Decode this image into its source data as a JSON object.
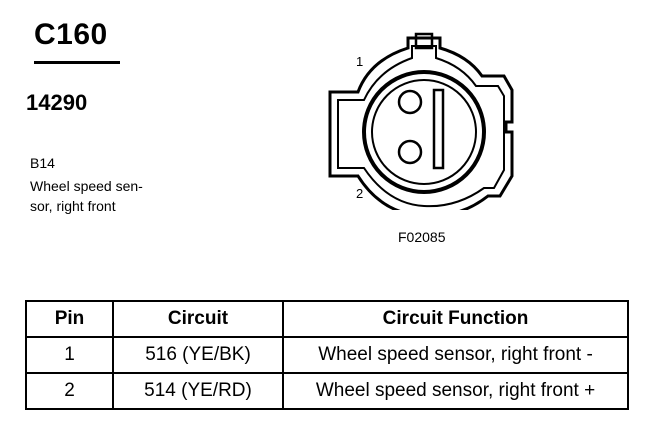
{
  "connector": {
    "id": "C160",
    "part_number": "14290"
  },
  "component": {
    "code": "B14",
    "description": "Wheel speed sen-\nsor, right front"
  },
  "diagram": {
    "pin1_label": "1",
    "pin2_label": "2",
    "figure_code": "F02085"
  },
  "table": {
    "headers": [
      "Pin",
      "Circuit",
      "Circuit Function"
    ],
    "rows": [
      {
        "pin": "1",
        "circuit": "516 (YE/BK)",
        "function": "Wheel speed sensor, right front -"
      },
      {
        "pin": "2",
        "circuit": "514 (YE/RD)",
        "function": "Wheel speed sensor, right front +"
      }
    ]
  }
}
